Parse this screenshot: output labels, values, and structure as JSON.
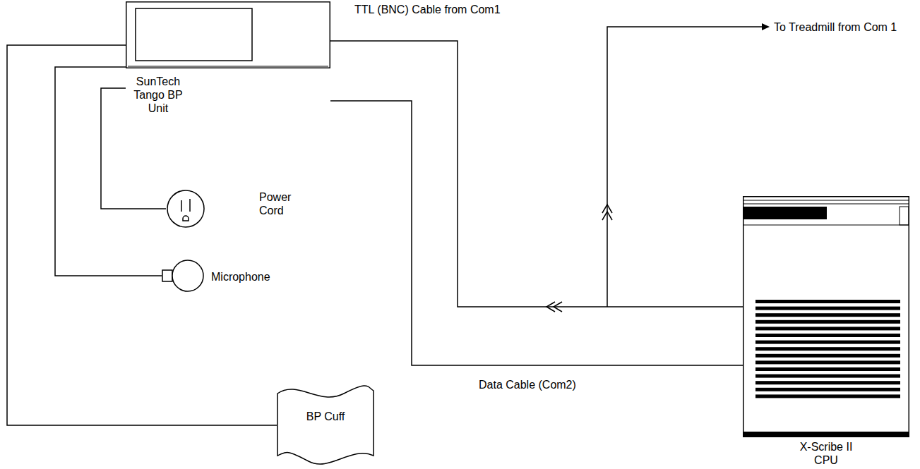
{
  "diagram": {
    "nodes": [
      {
        "text": [
          "SunTech Tango BP Unit"
        ]
      },
      {
        "text": [
          "Power Cord"
        ]
      },
      {
        "text": [
          "Microphone"
        ]
      },
      {
        "text": [
          "BP Cuff"
        ]
      },
      {
        "text": [
          "X-Scribe II CPU"
        ]
      }
    ],
    "edges": [
      {
        "from": 0,
        "to": 1,
        "arrow": "none"
      },
      {
        "from": 0,
        "to": 2,
        "arrow": "none"
      },
      {
        "from": 0,
        "to": 3,
        "arrow": "none"
      },
      {
        "from": 4,
        "to": 0,
        "label": "TTL (BNC) Cable from Com1",
        "arrow": "to"
      },
      {
        "from": 0,
        "to": 4,
        "label": "Data Cable (Com2)",
        "arrow": "none"
      }
    ],
    "labels": [
      "To Treadmill from Com 1"
    ]
  }
}
